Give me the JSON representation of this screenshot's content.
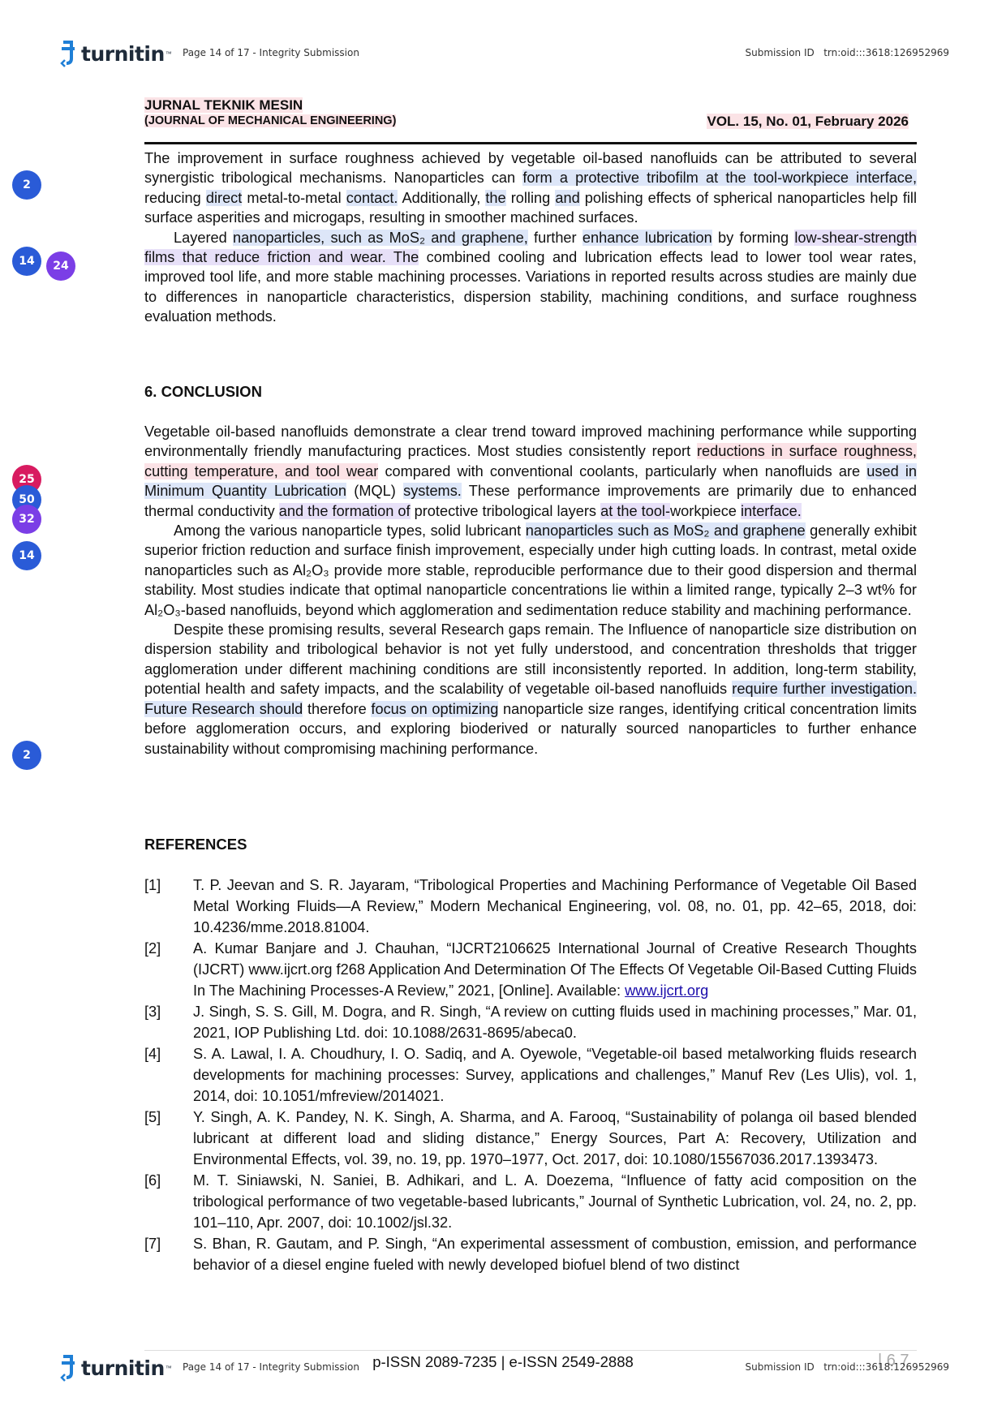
{
  "turnitin": {
    "logo_text": "turnitin",
    "page_label": "Page 14 of 17 - Integrity Submission",
    "submission_label": "Submission ID   trn:oid:::3618:126952969"
  },
  "journal": {
    "title": "JURNAL TEKNIK MESIN",
    "subtitle": "(JOURNAL OF MECHANICAL ENGINEERING)",
    "volume": "VOL. 15, No. 01, February 2026"
  },
  "badges": [
    "2",
    "14",
    "24",
    "25",
    "50",
    "32",
    "14",
    "2"
  ],
  "colors": {
    "badge_blue": "#2a5bd7",
    "badge_purple": "#7b3ee6",
    "badge_pink": "#d81b60",
    "highlight_blue": "#dde6f8",
    "highlight_purple": "#e7e0f8",
    "highlight_pink": "#fbe2e6"
  },
  "discussion": {
    "p1": {
      "s1": "The improvement in surface roughness achieved by vegetable oil-based nanofluids can be attributed to several synergistic tribological mechanisms. Nanoparticles can ",
      "h1": "form a protective tribofilm at the tool-workpiece interface,",
      "s2": " reducing ",
      "h2": "direct",
      "s3": " metal-to-metal ",
      "h3": "contact.",
      "s4": " Additionally, ",
      "h4": "the",
      "s5": " rolling ",
      "h5": "and",
      "s6": " polishing effects of spherical nanoparticles help fill surface asperities and microgaps, resulting in smoother machined surfaces."
    },
    "p2": {
      "s1": "Layered ",
      "h1": "nanoparticles, such as MoS₂ and graphene,",
      "s2": " further ",
      "h2": "enhance lubrication",
      "s3": " by forming ",
      "h3": "low-shear-strength films that reduce friction and wear. The",
      "s4": " combined cooling and lubrication effects lead to lower tool wear rates, improved tool life, and more stable machining processes. Variations in reported results across studies are mainly due to differences in nanoparticle characteristics, dispersion stability, machining conditions, and surface roughness evaluation methods."
    }
  },
  "conclusion": {
    "heading": "6. CONCLUSION",
    "p1": {
      "s1": "Vegetable oil-based nanofluids demonstrate a clear trend toward improved machining performance while supporting environmentally friendly manufacturing practices. Most studies consistently report ",
      "h1": "reductions in surface roughness, cutting temperature, and tool wear",
      "s2": " compared with conventional coolants, particularly when nanofluids are ",
      "h2": "used in Minimum Quantity Lubrication",
      "s3": " (MQL) ",
      "h3": "systems.",
      "s4": " These performance improvements are primarily due to enhanced thermal conductivity ",
      "h4": "and the formation of",
      "s5": " protective tribological layers ",
      "h5": "at the tool-",
      "s6": "workpiece ",
      "h6": "interface."
    },
    "p2": {
      "s1": "Among the various nanoparticle types, solid lubricant ",
      "h1": "nanoparticles such as MoS₂ and graphene",
      "s2": " generally exhibit superior friction reduction and surface finish improvement, especially under high cutting loads. In contrast, metal oxide nanoparticles such as Al₂O₃ provide more stable, reproducible performance due to their good dispersion and thermal stability. Most studies indicate that optimal nanoparticle concentrations lie within a limited range, typically 2–3 wt% for Al₂O₃-based nanofluids, beyond which agglomeration and sedimentation reduce stability and machining performance."
    },
    "p3": {
      "s1": "Despite these promising results, several Research gaps remain. The Influence of nanoparticle size distribution on dispersion stability and tribological behavior is not yet fully understood, and concentration thresholds that trigger agglomeration under different machining conditions are still inconsistently reported. In addition, long-term stability, potential health and safety impacts, and the scalability of vegetable oil-based nanofluids ",
      "h1": "require further investigation. Future Research should",
      "s2": " therefore ",
      "h2": "focus on optimizing",
      "s3": " nanoparticle size ranges, identifying critical concentration limits before agglomeration occurs, and exploring bioderived or naturally sourced nanoparticles to further enhance sustainability without compromising machining performance."
    }
  },
  "references": {
    "heading": "REFERENCES",
    "items": [
      {
        "num": "[1]",
        "text": "T. P. Jeevan and S. R. Jayaram, “Tribological Properties and Machining Performance of Vegetable Oil Based Metal Working Fluids—A Review,” Modern Mechanical Engineering, vol. 08, no. 01, pp. 42–65, 2018, doi: 10.4236/mme.2018.81004."
      },
      {
        "num": "[2]",
        "text": "A. Kumar Banjare and J. Chauhan, “IJCRT2106625 International Journal of Creative Research Thoughts (IJCRT) www.ijcrt.org f268 Application And Determination Of The Effects Of Vegetable Oil-Based Cutting Fluids In The Machining Processes-A Review,” 2021, [Online]. Available: ",
        "link": "www.ijcrt.org"
      },
      {
        "num": "[3]",
        "text": "J. Singh, S. S. Gill, M. Dogra, and R. Singh, “A review on cutting fluids used in machining processes,” Mar. 01, 2021, IOP Publishing Ltd. doi: 10.1088/2631-8695/abeca0."
      },
      {
        "num": "[4]",
        "text": "S. A. Lawal, I. A. Choudhury, I. O. Sadiq, and A. Oyewole, “Vegetable-oil based metalworking fluids research developments for machining processes: Survey, applications and challenges,” Manuf Rev (Les Ulis), vol. 1, 2014, doi: 10.1051/mfreview/2014021."
      },
      {
        "num": "[5]",
        "text": "Y. Singh, A. K. Pandey, N. K. Singh, A. Sharma, and A. Farooq, “Sustainability of polanga oil based blended lubricant at different load and sliding distance,” Energy Sources, Part A: Recovery, Utilization and Environmental Effects, vol. 39, no. 19, pp. 1970–1977, Oct. 2017, doi: 10.1080/15567036.2017.1393473."
      },
      {
        "num": "[6]",
        "text": "M. T. Siniawski, N. Saniei, B. Adhikari, and L. A. Doezema, “Influence of fatty acid composition on the tribological performance of two vegetable-based lubricants,” Journal of Synthetic Lubrication, vol. 24, no. 2, pp. 101–110, Apr. 2007, doi: 10.1002/jsl.32."
      },
      {
        "num": "[7]",
        "text": "S. Bhan, R. Gautam, and P. Singh, “An experimental assessment of combustion, emission, and performance behavior of a diesel engine fueled with newly developed biofuel blend of two distinct"
      }
    ]
  },
  "footer": {
    "issn": "p-ISSN 2089-7235 | e-ISSN 2549-2888",
    "page_number": "| 6 7"
  }
}
